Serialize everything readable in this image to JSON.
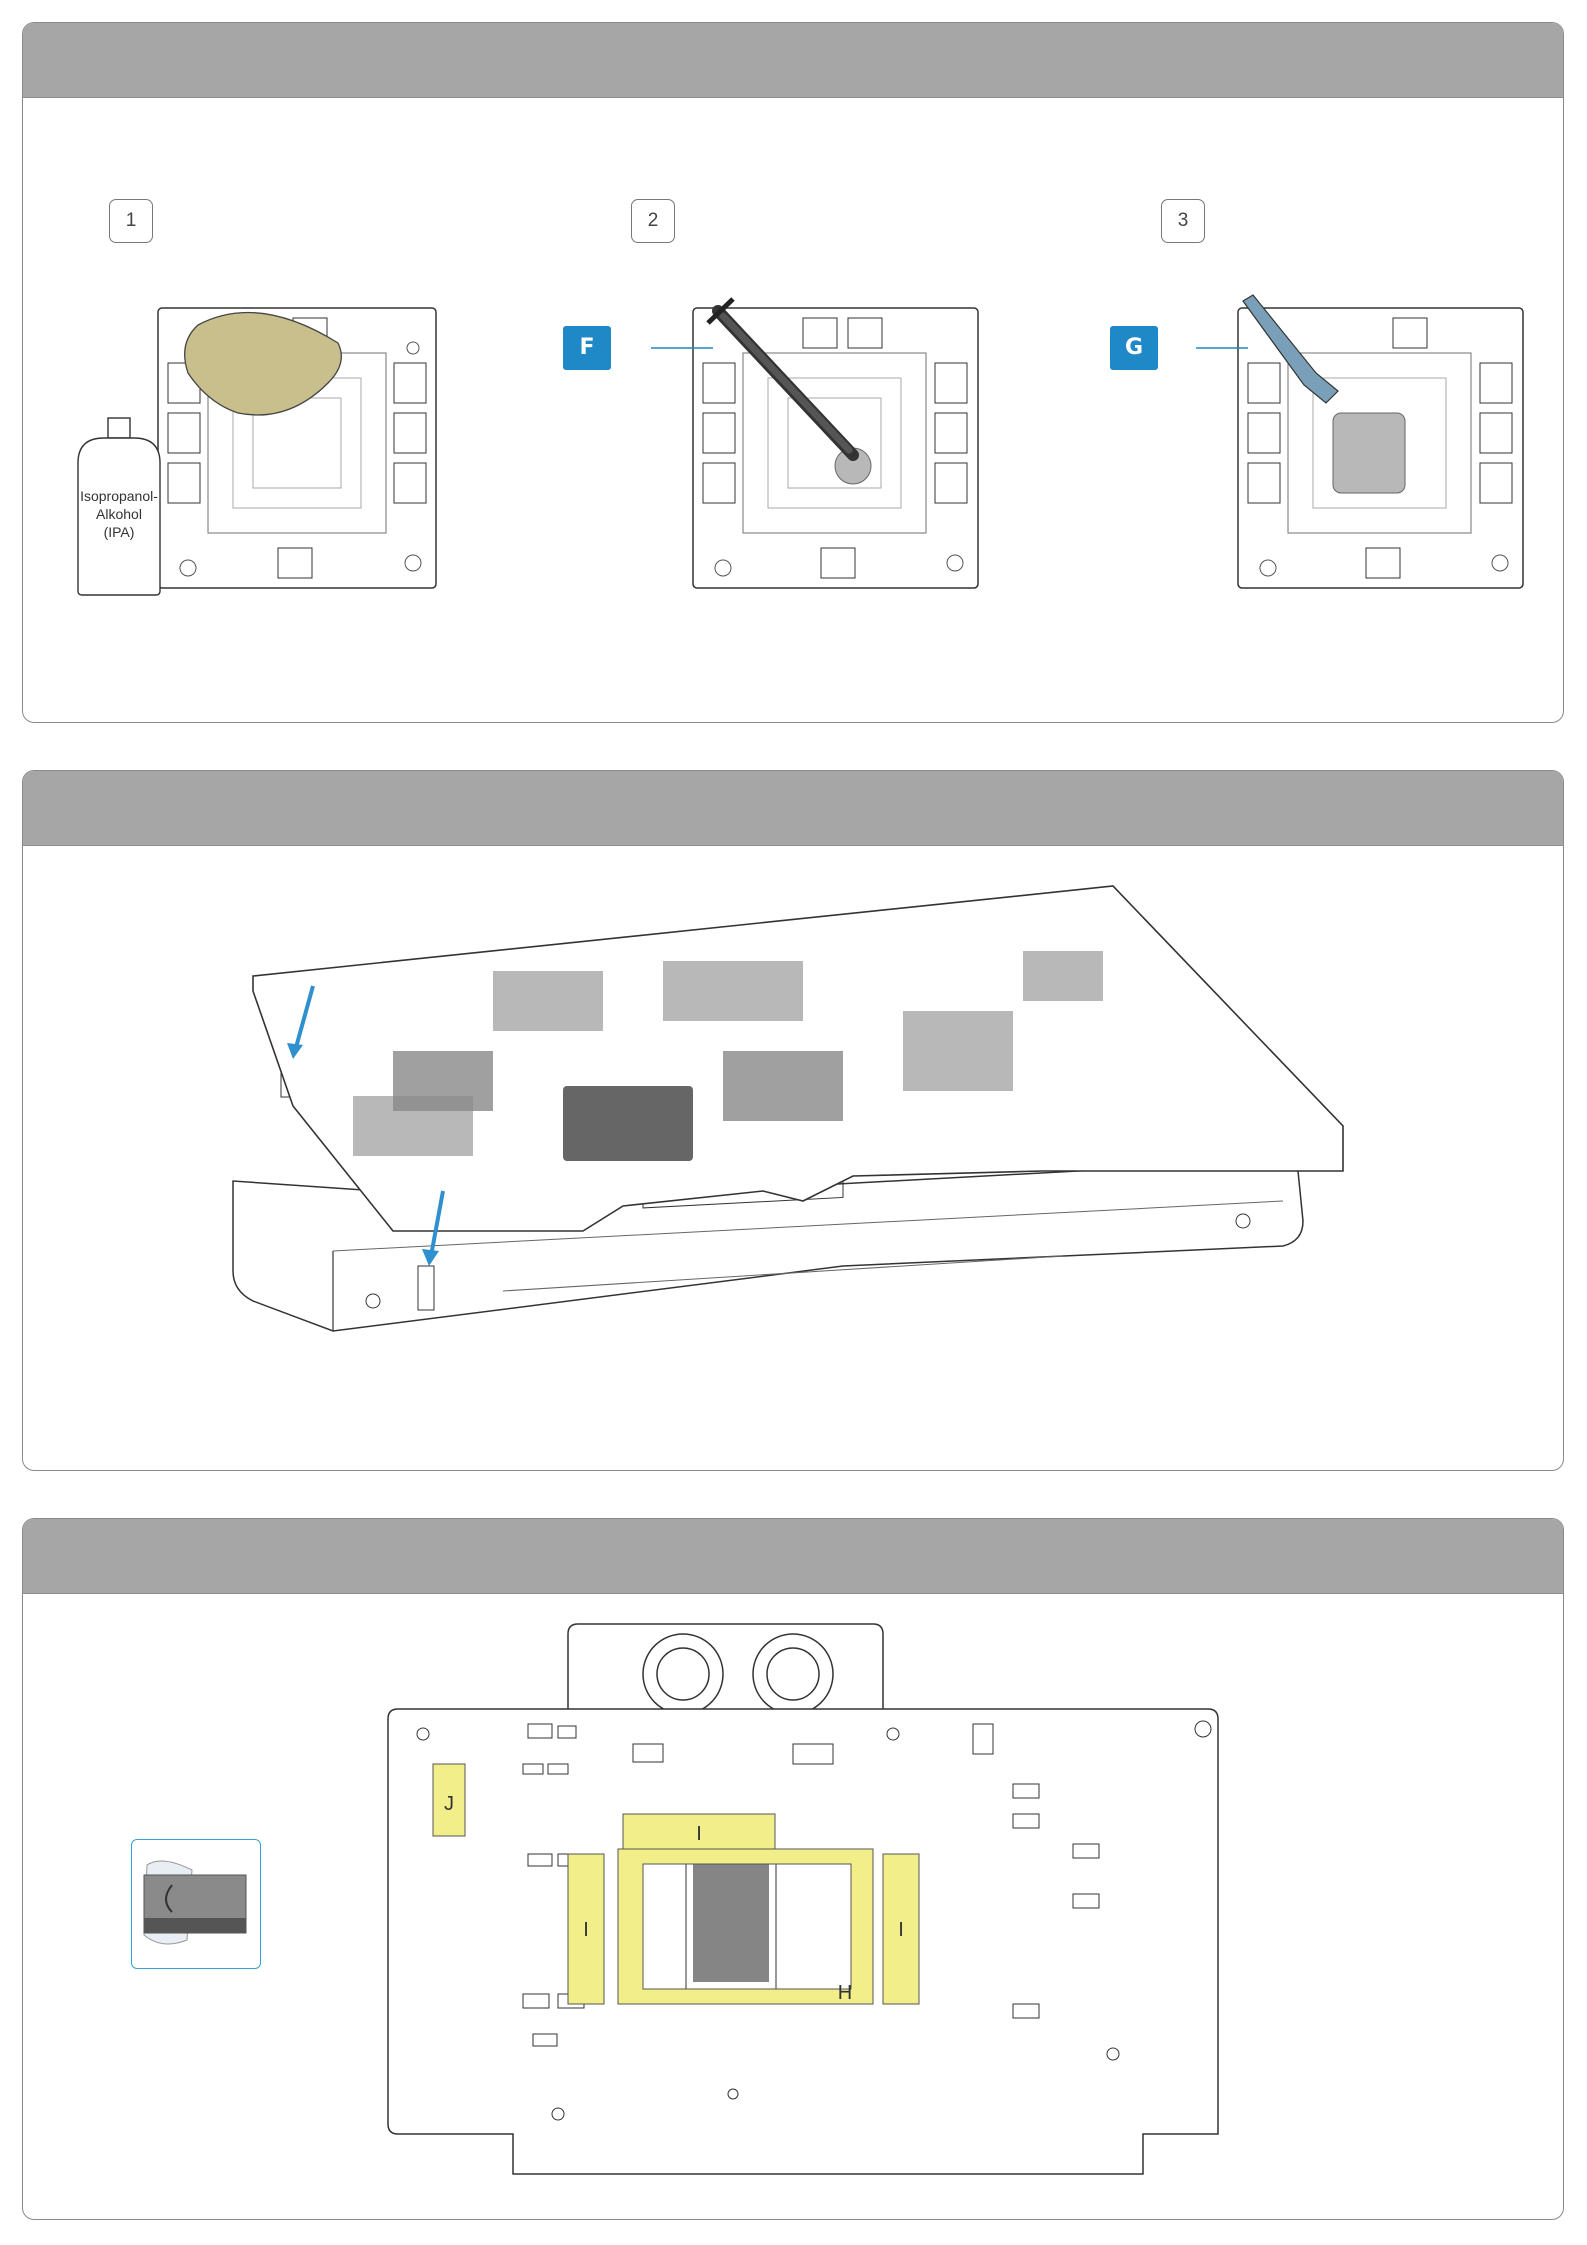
{
  "panels": [
    {
      "title": ""
    },
    {
      "title": ""
    },
    {
      "title": ""
    }
  ],
  "steps": [
    {
      "number": "1"
    },
    {
      "number": "2",
      "tool": "F"
    },
    {
      "number": "3",
      "tool": "G"
    }
  ],
  "bottle_label": [
    "Isopropanol-",
    "Alkohol",
    "(IPA)"
  ],
  "thermal_pads": {
    "J": "J",
    "I_top": "I",
    "I_left": "I",
    "I_right": "I",
    "H": "H"
  },
  "colors": {
    "header": "#a6a6a6",
    "tool_label": "#1f88c6",
    "thermal_pad": "#f2ee8a",
    "arrow": "#2f8fcf",
    "cloth": "#c8bf8c",
    "paste": "#b8b8b8"
  },
  "icons": [
    "isopropanol-bottle-icon",
    "cleaning-cloth-icon",
    "thermal-paste-syringe-icon",
    "spatula-icon",
    "thermal-pad-icon",
    "placement-arrow-icon"
  ]
}
